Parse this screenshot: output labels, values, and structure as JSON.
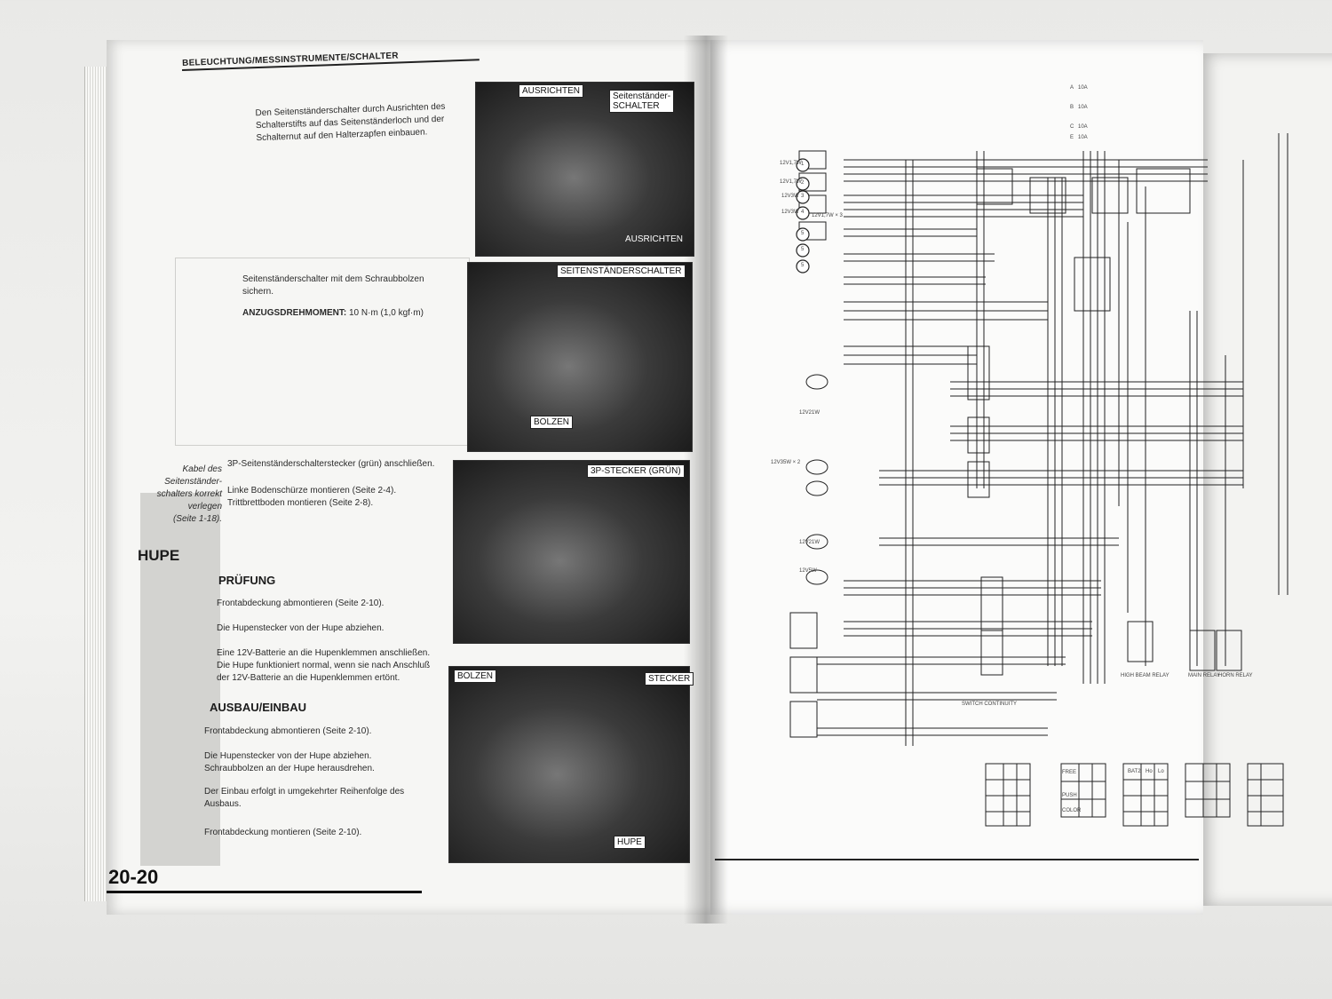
{
  "left_page": {
    "header": "BELEUCHTUNG/MESSINSTRUMENTE/SCHALTER",
    "intro_lines": [
      "Den Seitenständerschalter durch Ausrichten des",
      "Schalterstifts auf das Seitenständerloch und der",
      "Schalternut auf den Halterzapfen einbauen."
    ],
    "secure_lines": [
      "Seitenständerschalter mit dem Schraubbolzen",
      "sichern."
    ],
    "torque_label": "ANZUGSDREHMOMENT:",
    "torque_value": "10 N·m (1,0 kgf·m)",
    "side_note": [
      "Kabel des",
      "Seitenständer-",
      "schalters korrekt",
      "verlegen",
      "(Seite 1-18)."
    ],
    "connect_lines": [
      "3P-Seitenständerschalterstecker (grün) anschließen.",
      "Linke Bodenschürze montieren (Seite 2-4).",
      "Trittbrettboden montieren (Seite 2-8)."
    ],
    "horn_title": "HUPE",
    "check_title": "PRÜFUNG",
    "check_steps": [
      "Frontabdeckung abmontieren (Seite 2-10).",
      "Die Hupenstecker von der Hupe abziehen.",
      "Eine 12V-Batterie an die Hupenklemmen anschließen.",
      "Die Hupe funktioniert normal, wenn sie nach Anschluß",
      "der 12V-Batterie an die Hupenklemmen ertönt."
    ],
    "removal_title": "AUSBAU/EINBAU",
    "removal_steps": [
      "Frontabdeckung abmontieren (Seite 2-10).",
      "Die Hupenstecker von der Hupe abziehen.",
      "Schraubbolzen an der Hupe herausdrehen.",
      "Der Einbau erfolgt in umgekehrter Reihenfolge des",
      "Ausbaus.",
      "Frontabdeckung montieren (Seite 2-10)."
    ],
    "page_number": "20-20",
    "photo1_labels": {
      "a": "AUSRICHTEN",
      "b": "Seitenständer-",
      "b2": "SCHALTER",
      "c": "AUSRICHTEN"
    },
    "photo2_labels": {
      "a": "SEITENSTÄNDERSCHALTER",
      "b": "BOLZEN"
    },
    "photo3_labels": {
      "a": "3P-STECKER (GRÜN)"
    },
    "photo4_labels": {
      "a": "BOLZEN",
      "b": "STECKER",
      "c": "HUPE"
    }
  },
  "right_page": {
    "bulb_ratings": [
      "12V1,7W",
      "12V1,7W",
      "12V3W",
      "12V3W",
      "12V1,7W × 3"
    ],
    "circle_numbers": [
      "1",
      "2",
      "3",
      "4",
      "5",
      "5",
      "5"
    ],
    "bulb_ratings_lower": [
      "12V21W",
      "12V35W × 2",
      "12V21W",
      "12V5W"
    ],
    "legend_letters": [
      "A",
      "B",
      "C",
      "E"
    ],
    "legend_values": [
      "10A",
      "10A",
      "10A",
      "10A"
    ],
    "relay_labels": [
      "HIGH BEAM RELAY",
      "MAIN RELAY",
      "HORN RELAY"
    ],
    "table_row_labels": [
      "FREE",
      "PUSH",
      "COLOR"
    ],
    "table_headers": [
      "BAT2",
      "Ho",
      "Lo"
    ],
    "switch_continuity": "SWITCH CONTINUITY"
  },
  "colors": {
    "page": "#f6f6f4",
    "text": "#2a2a2a",
    "photo_dark": "#161616"
  }
}
